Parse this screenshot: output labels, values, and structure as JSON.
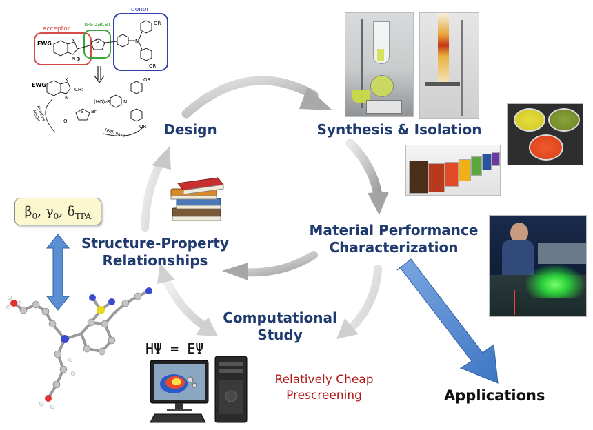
{
  "stages": {
    "design": "Design",
    "synthesis": "Synthesis & Isolation",
    "material_line1": "Material Performance",
    "material_line2": "Characterization",
    "computational_line1": "Computational",
    "computational_line2": "Study",
    "structure_line1": "Structure-Property",
    "structure_line2": "Relationships",
    "applications": "Applications"
  },
  "notes": {
    "prescreening_line1": "Relatively Cheap",
    "prescreening_line2": "Prescreening",
    "schrodinger": "HΨ = EΨ",
    "beta": "β",
    "gamma": "γ",
    "delta": "δ",
    "sub_zero": "0",
    "sub_tpa": "TPA",
    "comma": ","
  },
  "scheme": {
    "acceptor": "acceptor",
    "pi_spacer": "π-spacer",
    "donor": "donor",
    "ewg": "EWG",
    "or": "OR",
    "x": "X",
    "n": "N",
    "s": "S",
    "br": "Br",
    "boronic": "(HO)₂B",
    "ch3": "CH₃",
    "plus": "⊕",
    "pyridine": "pyridine",
    "meoh": "MeOH",
    "pd_base": "[Pd], base"
  },
  "colors": {
    "stage_text": "#1f3a6e",
    "arrow_fill": "#c4c4c4",
    "applications_arrow": "#4f86d0",
    "prescreening_text": "#b01818",
    "beta_box_fill": "#fbf8cf",
    "acceptor_box": "#d84a4a",
    "spacer_box": "#3aa63a",
    "donor_box": "#3040a8"
  },
  "icons": [
    "books-icon",
    "computer-icon",
    "molecule-model-icon",
    "double-arrow-icon",
    "applications-arrow-icon"
  ]
}
